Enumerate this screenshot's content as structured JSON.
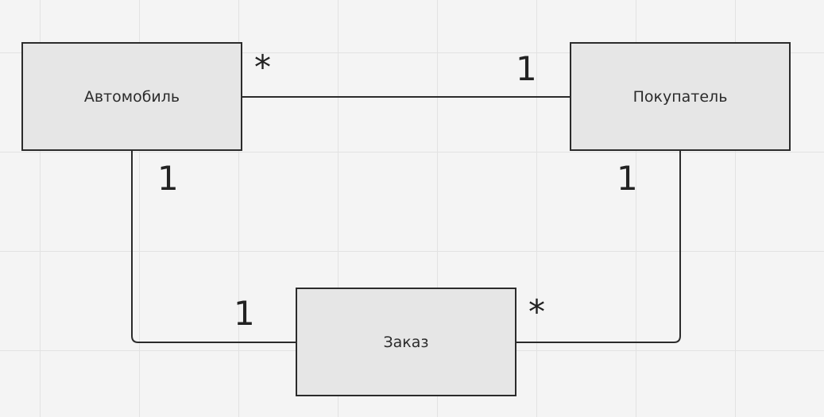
{
  "entities": {
    "car": "Автомобиль",
    "buyer": "Покупатель",
    "order": "Заказ"
  },
  "multiplicities": {
    "car_buyer_car_end": "*",
    "car_buyer_buyer_end": "1",
    "car_order_car_end": "1",
    "car_order_order_end": "1",
    "buyer_order_buyer_end": "1",
    "buyer_order_order_end": "*"
  },
  "colors": {
    "background": "#f4f4f4",
    "grid": "#e2e2e2",
    "box_fill": "#e6e6e6",
    "stroke": "#2b2b2b"
  }
}
